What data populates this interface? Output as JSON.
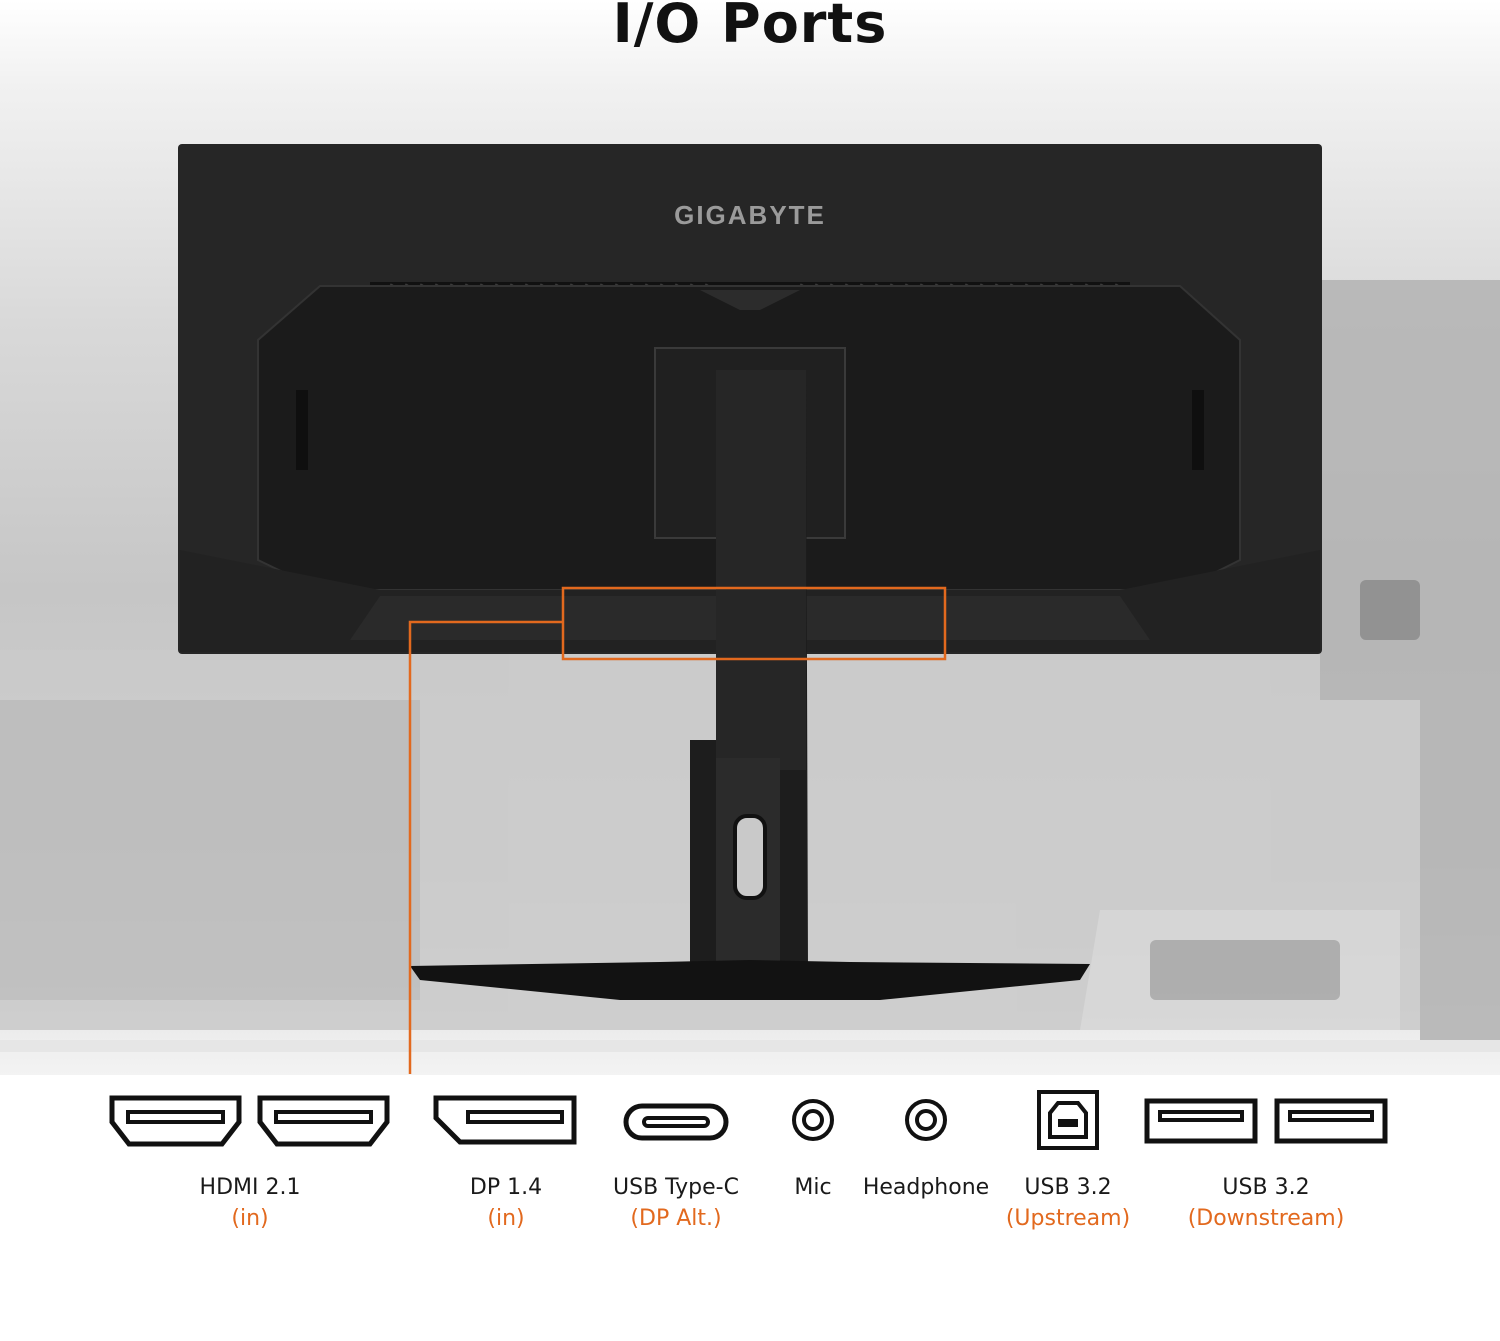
{
  "title": "I/O Ports",
  "brand_text": "GIGABYTE",
  "accent_color": "#e2691e",
  "ports": [
    {
      "name": "HDMI 2.1",
      "detail": "(in)",
      "icon": "hdmi-icon",
      "count": 2
    },
    {
      "name": "DP 1.4",
      "detail": "(in)",
      "icon": "displayport-icon",
      "count": 1
    },
    {
      "name": "USB Type-C",
      "detail": "(DP Alt.)",
      "icon": "usb-c-icon",
      "count": 1
    },
    {
      "name": "Mic",
      "detail": "",
      "icon": "audio-jack-icon",
      "count": 1
    },
    {
      "name": "Headphone",
      "detail": "",
      "icon": "audio-jack-icon",
      "count": 1
    },
    {
      "name": "USB 3.2",
      "detail": "(Upstream)",
      "icon": "usb-b-icon",
      "count": 1
    },
    {
      "name": "USB 3.2",
      "detail": "(Downstream)",
      "icon": "usb-a-icon",
      "count": 2
    }
  ]
}
